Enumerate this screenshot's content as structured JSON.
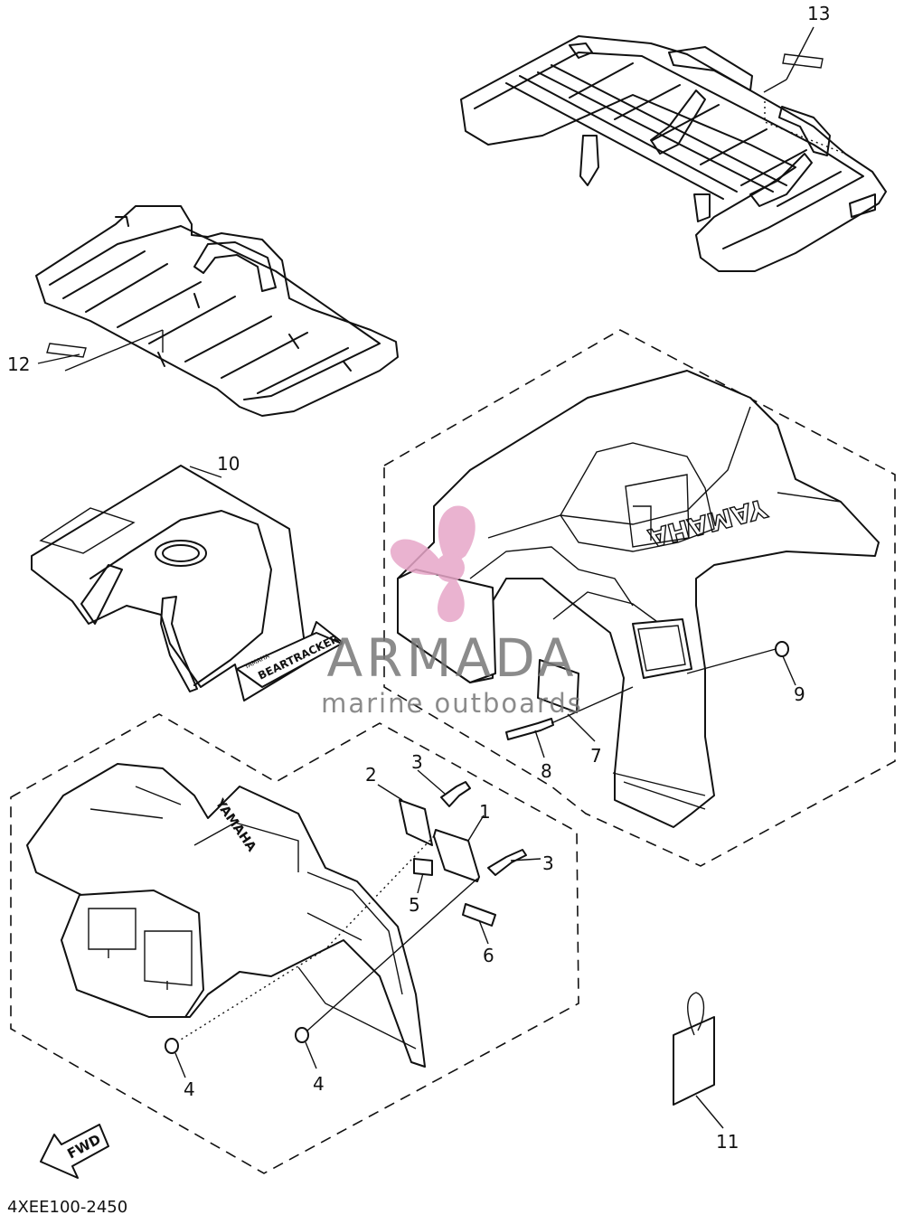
{
  "diagram": {
    "drawing_code": "4XEE100-2450",
    "fwd_label": "FWD",
    "callouts": [
      {
        "id": "1",
        "label": "1"
      },
      {
        "id": "2",
        "label": "2"
      },
      {
        "id": "3a",
        "label": "3"
      },
      {
        "id": "3b",
        "label": "3"
      },
      {
        "id": "4a",
        "label": "4"
      },
      {
        "id": "4b",
        "label": "4"
      },
      {
        "id": "5",
        "label": "5"
      },
      {
        "id": "6",
        "label": "6"
      },
      {
        "id": "7",
        "label": "7"
      },
      {
        "id": "8",
        "label": "8"
      },
      {
        "id": "9",
        "label": "9"
      },
      {
        "id": "10",
        "label": "10"
      },
      {
        "id": "11",
        "label": "11"
      },
      {
        "id": "12",
        "label": "12"
      },
      {
        "id": "13",
        "label": "13"
      }
    ],
    "fender_brand_rear": "YAMAHA",
    "fender_brand_front": "YAMAHA",
    "decal_text": "BEARTRACKER",
    "decal_small_text": "YAMAHA"
  },
  "watermark": {
    "name": "ARMADA",
    "tagline": "marine outboards",
    "accent_color": "#e7a6c8",
    "text_color": "#777777"
  }
}
